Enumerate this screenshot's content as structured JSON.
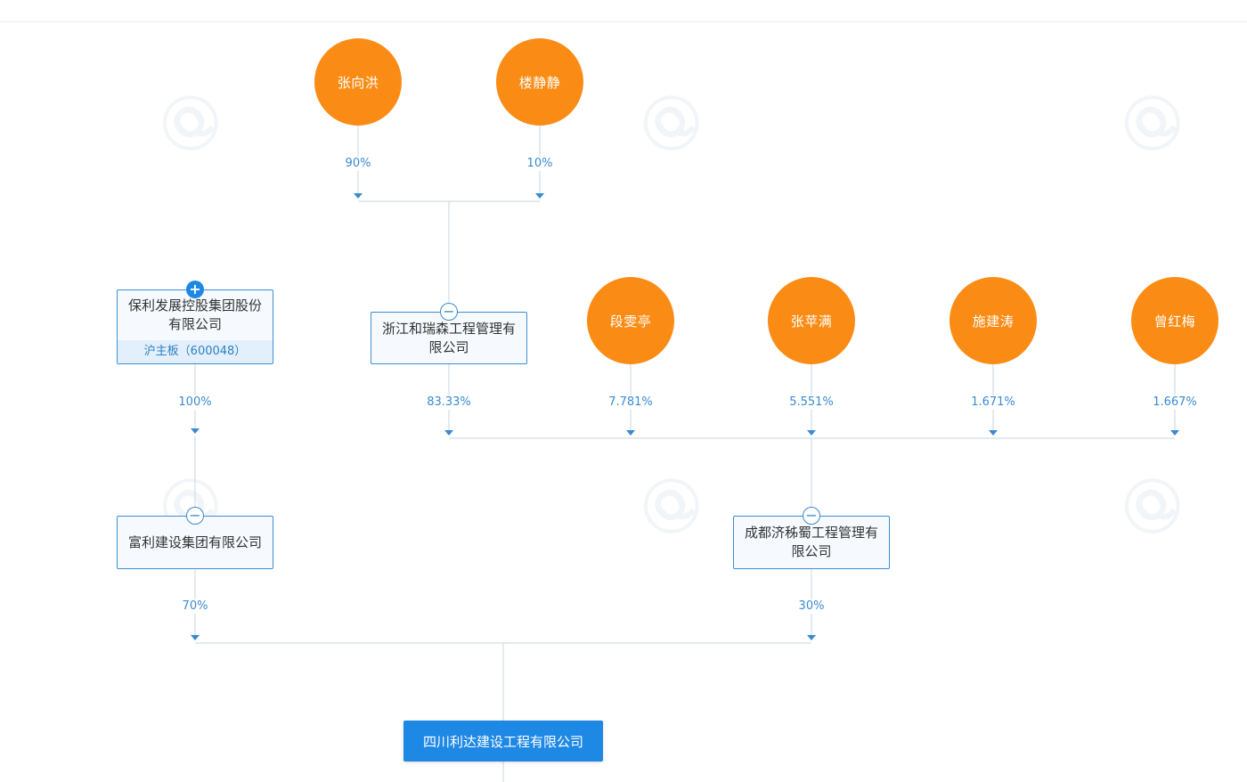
{
  "persons": [
    {
      "id": "p1",
      "name": "张向洪"
    },
    {
      "id": "p2",
      "name": "楼静静"
    },
    {
      "id": "p3",
      "name": "段雯亭"
    },
    {
      "id": "p4",
      "name": "张苹满"
    },
    {
      "id": "p5",
      "name": "施建涛"
    },
    {
      "id": "p6",
      "name": "曾红梅"
    }
  ],
  "companies": [
    {
      "id": "c1",
      "name": "保利发展控股集团股份有限公司",
      "tag": "沪主板（600048）",
      "toggle": "+"
    },
    {
      "id": "c2",
      "name": "浙江和瑞森工程管理有限公司",
      "toggle": "−"
    },
    {
      "id": "c3",
      "name": "富利建设集团有限公司",
      "toggle": "−"
    },
    {
      "id": "c4",
      "name": "成都济秭蜀工程管理有限公司",
      "toggle": "−"
    }
  ],
  "target": {
    "id": "t",
    "name": "四川利达建设工程有限公司"
  },
  "edges": [
    {
      "from": "p1",
      "to": "c2",
      "pct": "90%"
    },
    {
      "from": "p2",
      "to": "c2",
      "pct": "10%"
    },
    {
      "from": "c1",
      "to": "c3",
      "pct": "100%"
    },
    {
      "from": "c2",
      "to": "c4",
      "pct": "83.33%"
    },
    {
      "from": "p3",
      "to": "c4",
      "pct": "7.781%"
    },
    {
      "from": "p4",
      "to": "c4",
      "pct": "5.551%"
    },
    {
      "from": "p5",
      "to": "c4",
      "pct": "1.671%"
    },
    {
      "from": "p6",
      "to": "c4",
      "pct": "1.667%"
    },
    {
      "from": "c3",
      "to": "t",
      "pct": "70%"
    },
    {
      "from": "c4",
      "to": "t",
      "pct": "30%"
    }
  ],
  "colors": {
    "person": "#fa8c16",
    "company_border": "#3b8fd6",
    "target": "#1e88e5",
    "line": "#c9d4de",
    "arrow": "#3a8ad0"
  }
}
